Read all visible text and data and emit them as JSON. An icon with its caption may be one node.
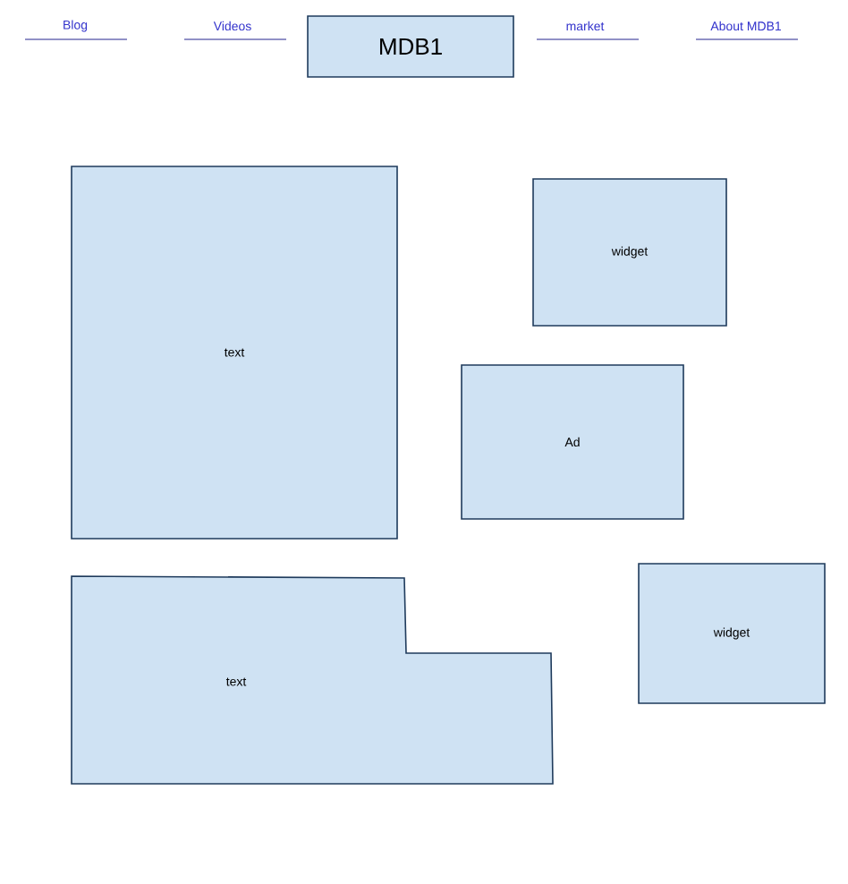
{
  "diagram": {
    "nodes": [
      {
        "text": [
          "MDB1"
        ]
      },
      {
        "text": [
          "text"
        ]
      },
      {
        "text": [
          "widget"
        ]
      },
      {
        "text": [
          "Ad"
        ]
      },
      {
        "text": [
          "text"
        ]
      },
      {
        "text": [
          "widget"
        ]
      }
    ],
    "labels": [
      "Blog",
      "Videos",
      "market",
      "About MDB1"
    ]
  }
}
